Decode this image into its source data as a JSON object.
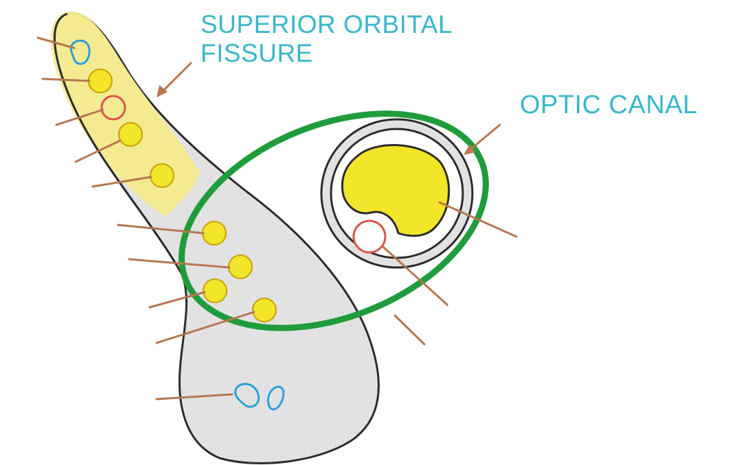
{
  "labels": {
    "superior_orbital_fissure_line1": "SUPERIOR ORBITAL",
    "superior_orbital_fissure_line2": "FISSURE",
    "optic_canal": "OPTIC CANAL"
  },
  "colors": {
    "label_text": "#3ab6c9",
    "yellow_region": "#f4ea8c",
    "nerve_yellow": "#f2e52a",
    "green_ring": "#1f9c3c",
    "outline": "#2b2b2b",
    "artery_red": "#d9554a",
    "vein_blue": "#2aa0d8",
    "pointer_lines": "#b5774e",
    "fissure_fill": "#e3e3e3"
  }
}
